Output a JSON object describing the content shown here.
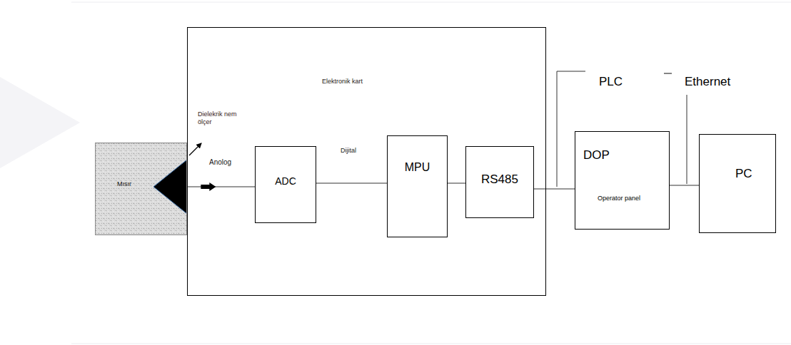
{
  "diagram": {
    "nodes": [
      {
        "text": [
          "Mısır"
        ]
      },
      {
        "text": [
          "Elektronik kart"
        ]
      },
      {
        "text": [
          "ADC"
        ],
        "in": 1
      },
      {
        "text": [
          "MPU"
        ],
        "in": 1
      },
      {
        "text": [
          "RS485"
        ],
        "in": 1
      },
      {
        "text": [
          "DOP",
          "Operator panel"
        ]
      },
      {
        "text": [
          "PC"
        ]
      }
    ],
    "edges": [
      {
        "from": 0,
        "to": 2,
        "arrow": "to",
        "label": "Anolog"
      },
      {
        "from": 2,
        "to": 3,
        "arrow": "none",
        "label": "Dijital"
      },
      {
        "from": 3,
        "to": 4,
        "arrow": "none"
      },
      {
        "from": 4,
        "to": 5,
        "arrow": "none"
      },
      {
        "from": 5,
        "to": 6,
        "arrow": "none"
      }
    ],
    "labels": [
      "Dielekrik nem ölçer",
      "PLC",
      "Ethernet"
    ]
  }
}
